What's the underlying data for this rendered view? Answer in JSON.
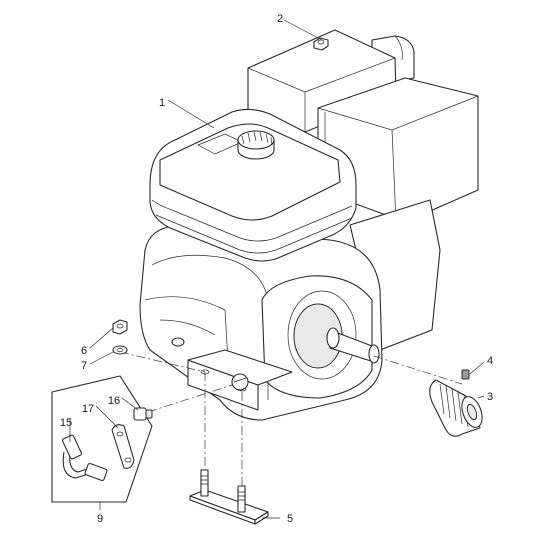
{
  "callouts": [
    {
      "id": "c1",
      "label": "1"
    },
    {
      "id": "c2",
      "label": "2"
    },
    {
      "id": "c3",
      "label": "3"
    },
    {
      "id": "c4",
      "label": "4"
    },
    {
      "id": "c5",
      "label": "5"
    },
    {
      "id": "c6",
      "label": "6"
    },
    {
      "id": "c7",
      "label": "7"
    },
    {
      "id": "c9",
      "label": "9"
    },
    {
      "id": "c15",
      "label": "15"
    },
    {
      "id": "c16",
      "label": "16"
    },
    {
      "id": "c17",
      "label": "17"
    }
  ]
}
